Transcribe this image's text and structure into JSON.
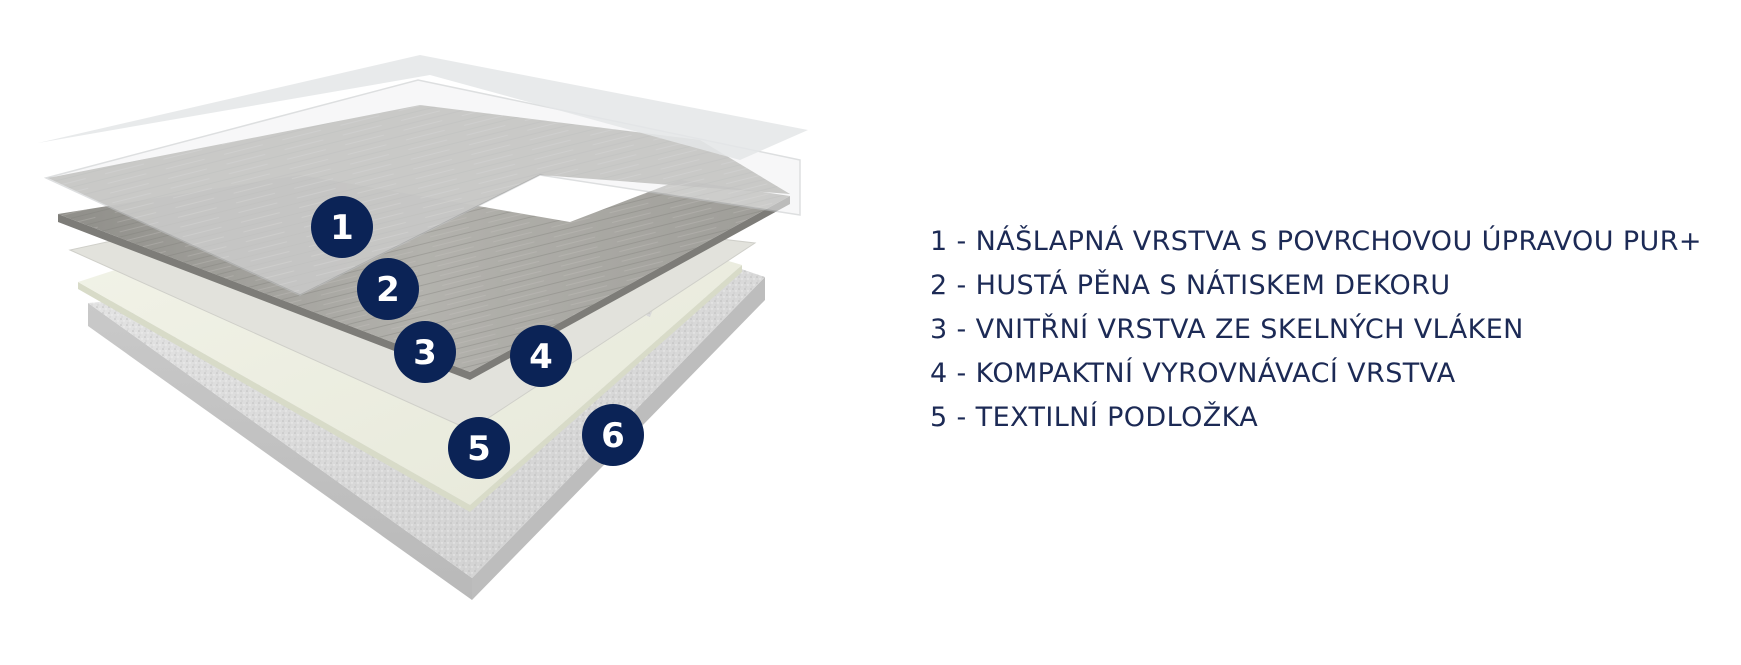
{
  "colors": {
    "badge": "#0b2356",
    "legend_text": "#1c2a55",
    "foam_layer": "#d9d9d9",
    "compact_layer": "#eceee2",
    "glass_layer": "#dcdcd6",
    "decor_layer": "#a9a8a3",
    "wear_layer": "#e9ebec"
  },
  "badges": [
    {
      "number": "1"
    },
    {
      "number": "2"
    },
    {
      "number": "3"
    },
    {
      "number": "4"
    },
    {
      "number": "5"
    },
    {
      "number": "6"
    }
  ],
  "legend": [
    {
      "text": "1 - NÁŠLAPNÁ VRSTVA S POVRCHOVOU ÚPRAVOU PUR+"
    },
    {
      "text": "2 - HUSTÁ PĚNA S NÁTISKEM DEKORU"
    },
    {
      "text": "3 - VNITŘNÍ VRSTVA ZE SKELNÝCH VLÁKEN"
    },
    {
      "text": "4 - KOMPAKTNÍ VYROVNÁVACÍ VRSTVA"
    },
    {
      "text": "5 - TEXTILNÍ PODLOŽKA"
    }
  ]
}
